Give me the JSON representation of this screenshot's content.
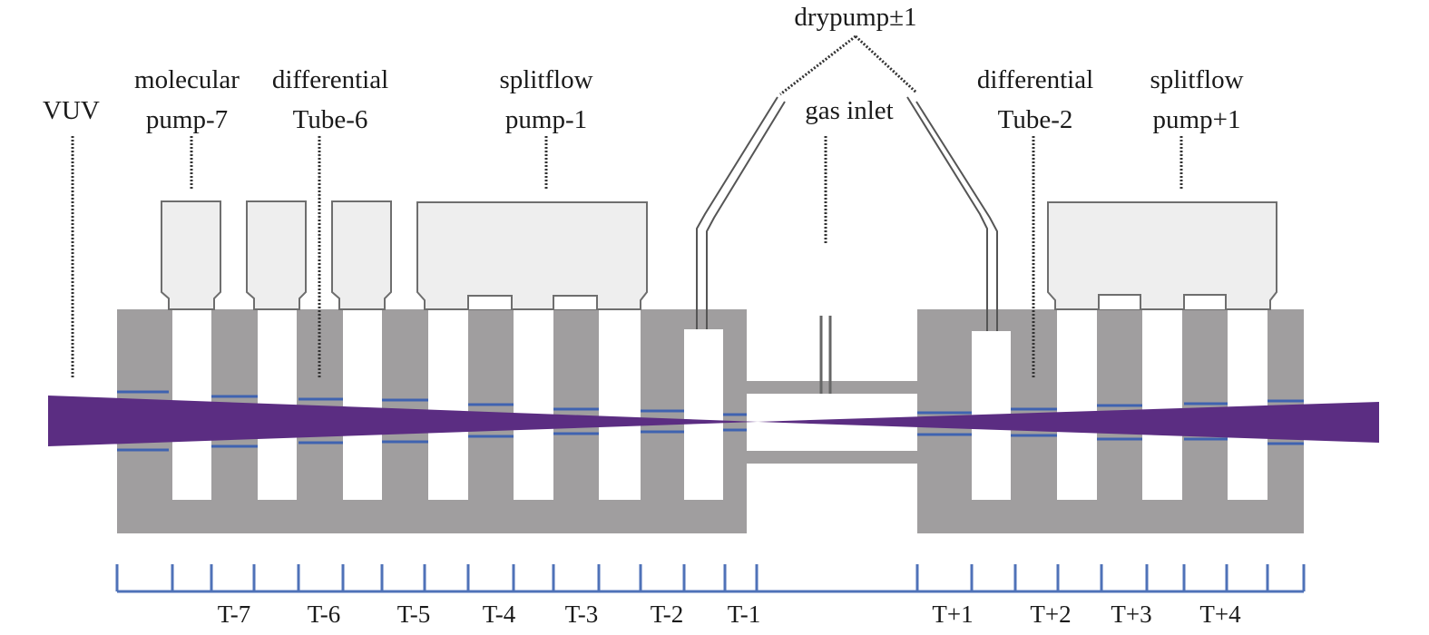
{
  "labels": {
    "vuv": "VUV",
    "molecular_pump_l1": "molecular",
    "molecular_pump_l2": "pump-7",
    "differential_left_l1": "differential",
    "differential_left_l2": "Tube-6",
    "splitflow_left_l1": "splitflow",
    "splitflow_left_l2": "pump-1",
    "drypump": "drypump±1",
    "gas_inlet": "gas inlet",
    "differential_right_l1": "differential",
    "differential_right_l2": "Tube-2",
    "splitflow_right_l1": "splitflow",
    "splitflow_right_l2": "pump+1"
  },
  "scale_labels": [
    "T-7",
    "T-6",
    "T-5",
    "T-4",
    "T-3",
    "T-2",
    "T-1",
    "T+1",
    "T+2",
    "T+3",
    "T+4"
  ],
  "colors": {
    "block": "#a09e9f",
    "pump": "#eeeeee",
    "pump_outline": "#6e6e6e",
    "beam": "#5b2d82",
    "scale": "#4f72b8",
    "edge": "#3f63b0"
  }
}
